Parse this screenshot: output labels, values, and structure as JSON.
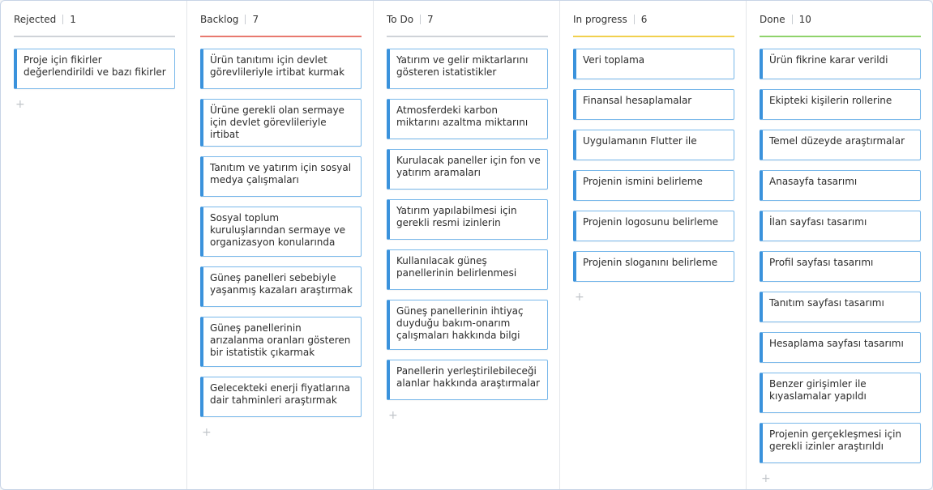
{
  "columns": [
    {
      "title": "Rejected",
      "count": "1",
      "cards": [
        "Proje için fikirler değerlendirildi ve bazı fikirler"
      ]
    },
    {
      "title": "Backlog",
      "count": "7",
      "cards": [
        "Ürün tanıtımı için devlet görevlileriyle irtibat kurmak",
        "Ürüne gerekli olan sermaye için devlet görevlileriyle irtibat",
        "Tanıtım ve yatırım için sosyal medya çalışmaları",
        "Sosyal toplum kuruluşlarından sermaye ve organizasyon konularında",
        "Güneş panelleri sebebiyle yaşanmış kazaları araştırmak",
        "Güneş panellerinin arızalanma oranları gösteren bir istatistik çıkarmak",
        "Gelecekteki enerji fiyatlarına dair tahminleri araştırmak"
      ]
    },
    {
      "title": "To Do",
      "count": "7",
      "cards": [
        "Yatırım ve gelir miktarlarını gösteren istatistikler",
        "Atmosferdeki karbon miktarını azaltma miktarını",
        "Kurulacak paneller için fon ve yatırım aramaları",
        "Yatırım yapılabilmesi için gerekli resmi izinlerin",
        "Kullanılacak güneş panellerinin belirlenmesi",
        "Güneş panellerinin ihtiyaç duyduğu bakım-onarım çalışmaları hakkında bilgi",
        "Panellerin yerleştirilebileceği alanlar hakkında araştırmalar"
      ]
    },
    {
      "title": "In progress",
      "count": "6",
      "cards": [
        "Veri toplama",
        "Finansal hesaplamalar",
        "Uygulamanın Flutter ile",
        "Projenin ismini belirleme",
        "Projenin logosunu belirleme",
        "Projenin sloganını belirleme"
      ]
    },
    {
      "title": "Done",
      "count": "10",
      "cards": [
        "Ürün fikrine karar verildi",
        "Ekipteki kişilerin rollerine",
        "Temel düzeyde araştırmalar",
        "Anasayfa tasarımı",
        "İlan sayfası tasarımı",
        "Profil sayfası tasarımı",
        "Tanıtım sayfası tasarımı",
        "Hesaplama sayfası tasarımı",
        "Benzer girişimler ile kıyaslamalar yapıldı",
        "Projenin gerçekleşmesi için gerekli izinler araştırıldı"
      ]
    }
  ],
  "add_symbol": "+",
  "colors": {
    "card_border": "#3a92dc",
    "backlog_line": "#e8796f",
    "inprogress_line": "#f1d04e",
    "done_line": "#8fd36b"
  }
}
